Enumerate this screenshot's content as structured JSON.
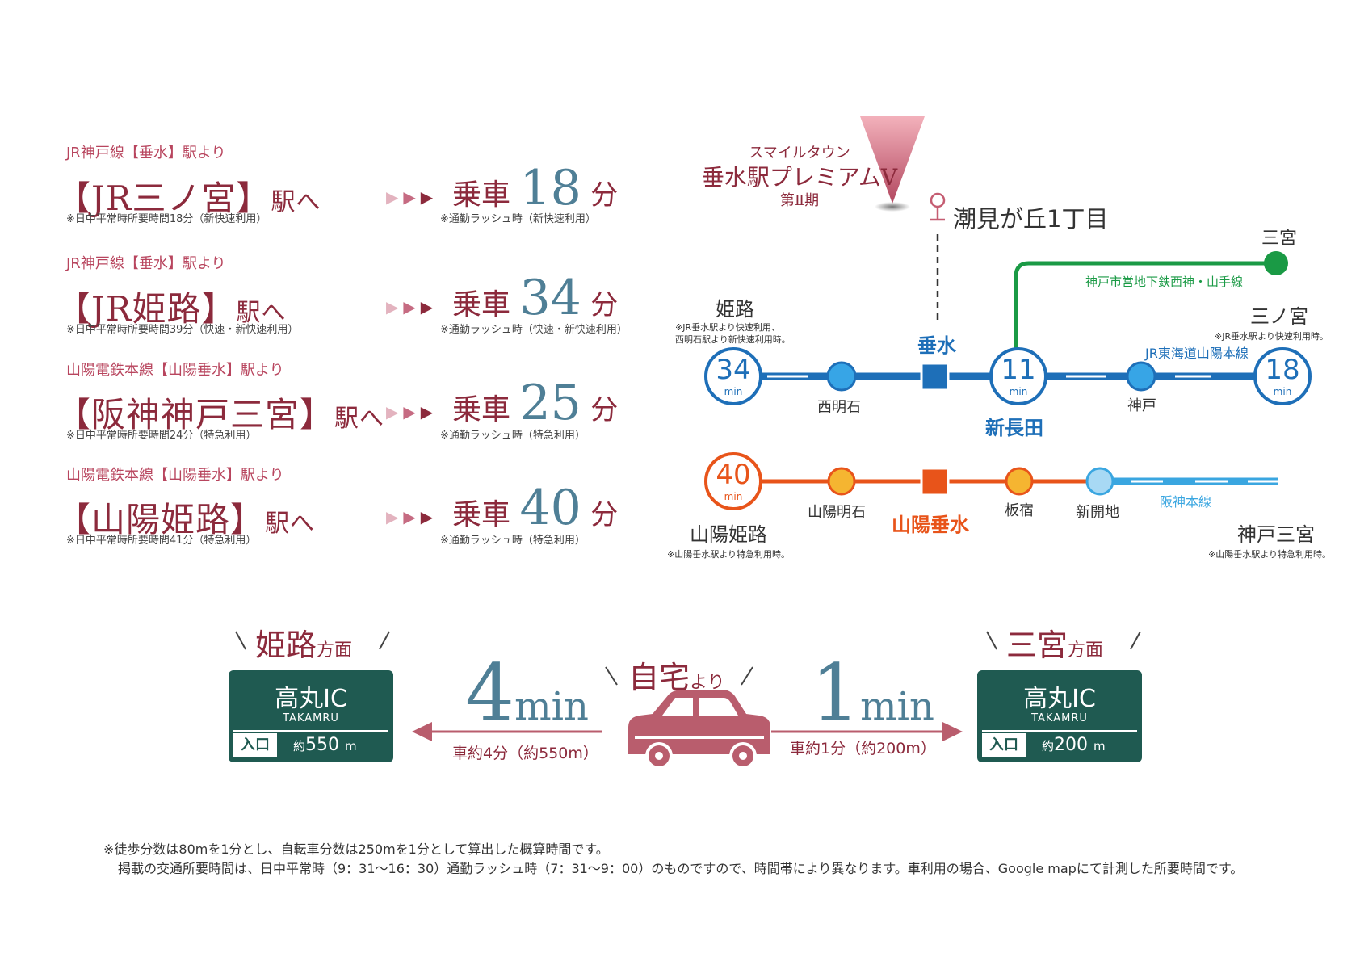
{
  "routes": [
    {
      "from": "JR神戸線【垂水】駅より",
      "dest": "【JR三ノ宮】",
      "suffix": "駅へ",
      "day_note": "※日中平常時所要時間18分（新快速利用）",
      "ride_label": "乗車",
      "minutes": "18",
      "unit": "分",
      "rush_note": "※通勤ラッシュ時（新快速利用）"
    },
    {
      "from": "JR神戸線【垂水】駅より",
      "dest": "【JR姫路】",
      "suffix": "駅へ",
      "day_note": "※日中平常時所要時間39分（快速・新快速利用）",
      "ride_label": "乗車",
      "minutes": "34",
      "unit": "分",
      "rush_note": "※通勤ラッシュ時（快速・新快速利用）"
    },
    {
      "from": "山陽電鉄本線【山陽垂水】駅より",
      "dest": "【阪神神戸三宮】",
      "suffix": "駅へ",
      "day_note": "※日中平常時所要時間24分（特急利用）",
      "ride_label": "乗車",
      "minutes": "25",
      "unit": "分",
      "rush_note": "※通勤ラッシュ時（特急利用）"
    },
    {
      "from": "山陽電鉄本線【山陽垂水】駅より",
      "dest": "【山陽姫路】",
      "suffix": "駅へ",
      "day_note": "※日中平常時所要時間41分（特急利用）",
      "ride_label": "乗車",
      "minutes": "40",
      "unit": "分",
      "rush_note": "※通勤ラッシュ時（特急利用）"
    }
  ],
  "property": {
    "line1": "スマイルタウン",
    "line2": "垂水駅プレミアムV",
    "line3": "第Ⅱ期"
  },
  "map": {
    "bus_stop": "潮見が丘1丁目",
    "subway_line": "神戸市営地下鉄西神・山手線",
    "jr_line": "JR東海道山陽本線",
    "hanshin_line": "阪神本線",
    "stations": {
      "himeji": "姫路",
      "himeji_note1": "※JR垂水駅より快速利用、",
      "himeji_note2": "西明石駅より新快速利用時。",
      "nishiakashi": "西明石",
      "tarumi": "垂水",
      "shinnagata": "新長田",
      "kobe": "神戸",
      "sannomiya_top": "三宮",
      "sannomiya_jr": "三ノ宮",
      "sannomiya_jr_note": "※JR垂水駅より快速利用時。",
      "sanyo_himeji": "山陽姫路",
      "sanyo_himeji_note": "※山陽垂水駅より特急利用時。",
      "sanyo_akashi": "山陽明石",
      "sanyo_tarumi": "山陽垂水",
      "itayado": "板宿",
      "shinkaichi": "新開地",
      "kobe_sannomiya": "神戸三宮",
      "kobe_sannomiya_note": "※山陽垂水駅より特急利用時。"
    },
    "badges": {
      "b34": "34",
      "b11": "11",
      "b18": "18",
      "b40": "40",
      "min": "min"
    }
  },
  "drive": {
    "home": "自宅",
    "home_suffix": "より",
    "left": {
      "dir": "姫路",
      "dir_suffix": "方面",
      "time_num": "4",
      "time_unit": "min",
      "caption": "車約4分（約550m）",
      "ic": "高丸IC",
      "ic_en": "TAKAMRU",
      "entrance": "入口",
      "dist_pre": "約",
      "dist": "550",
      "dist_unit": "m"
    },
    "right": {
      "dir": "三宮",
      "dir_suffix": "方面",
      "time_num": "1",
      "time_unit": "min",
      "caption": "車約1分（約200m）",
      "ic": "高丸IC",
      "ic_en": "TAKAMRU",
      "entrance": "入口",
      "dist_pre": "約",
      "dist": "200",
      "dist_unit": "m"
    }
  },
  "footnote": {
    "line1": "※徒歩分数は80mを1分とし、自転車分数は250mを1分として算出した概算時間です。",
    "line2": "掲載の交通所要時間は、日中平常時（9：31〜16：30）通勤ラッシュ時（7：31〜9：00）のものですので、時間帯により異なります。車利用の場合、Google mapにて計測した所要時間です。"
  },
  "colors": {
    "maroon": "#8c2a3c",
    "teal": "#4f7f96",
    "jr_blue": "#1e6fb8",
    "subway_green": "#1a9a45",
    "sanyo_orange": "#e8541a",
    "hanshin_blue": "#3aa6e0",
    "sign_green": "#1f5a51",
    "car": "#b95d6d"
  }
}
